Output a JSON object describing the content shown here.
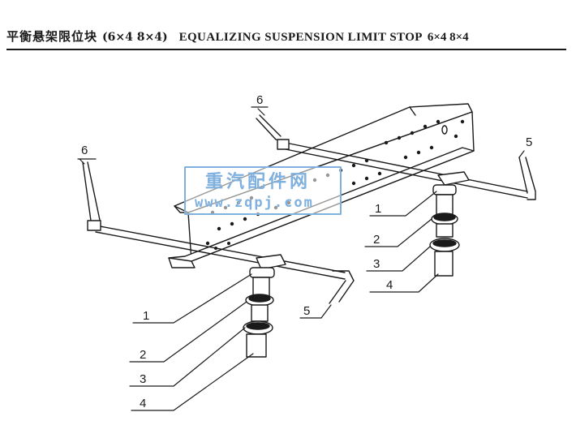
{
  "header": {
    "title_cn": "平衡悬架限位块",
    "title_cn_code": "(6×4 8×4)",
    "title_en": "EQUALIZING SUSPENSION LIMIT STOP",
    "title_en_code": "6×4 8×4"
  },
  "callouts": {
    "c6_top": "6",
    "c6_left": "6",
    "c5_right": "5",
    "c5_front": "5",
    "c1_rear": "1",
    "c2_rear": "2",
    "c3_rear": "3",
    "c4_rear": "4",
    "c1_front": "1",
    "c2_front": "2",
    "c3_front": "3",
    "c4_front": "4"
  },
  "watermark": {
    "name": "重汽配件网",
    "url": "www.zqpj.com"
  },
  "colors": {
    "line": "#1a1a1a",
    "watermark": "#7fb0de"
  }
}
